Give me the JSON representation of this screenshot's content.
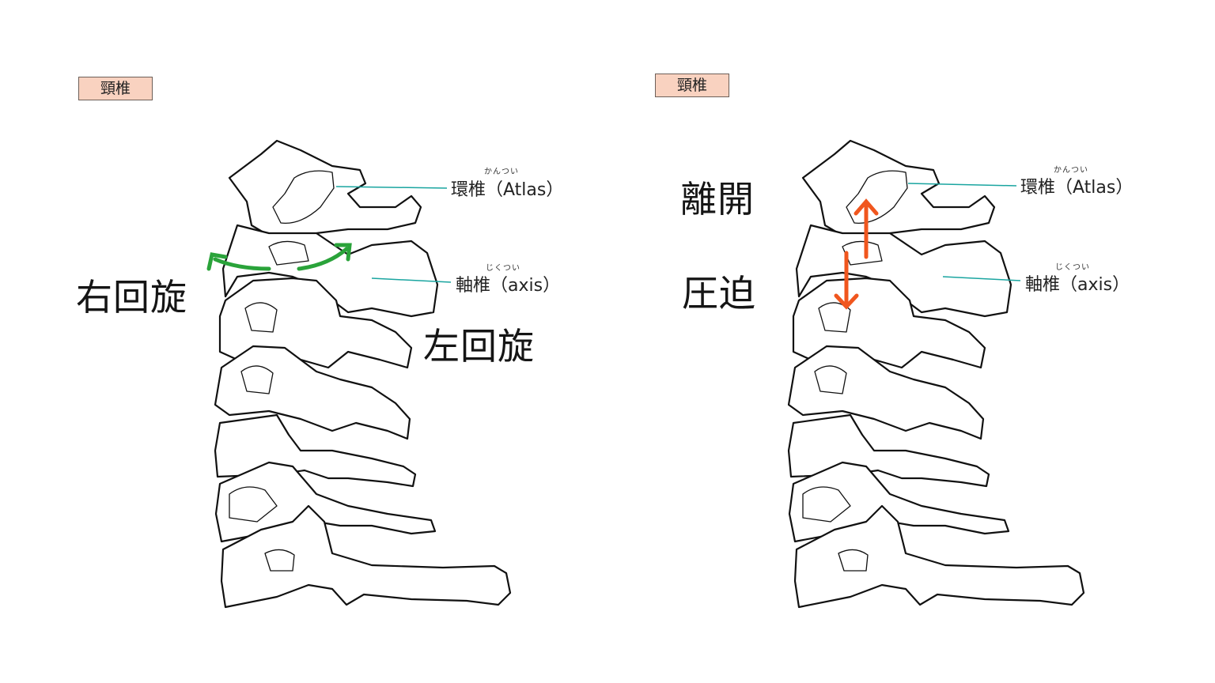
{
  "left_panel": {
    "tag": "頸椎",
    "motion_right": "右回旋",
    "motion_left": "左回旋",
    "atlas": {
      "ruby": "かんつい",
      "label": "環椎（Atlas）"
    },
    "axis": {
      "ruby": "じくつい",
      "label": "軸椎（axis）"
    },
    "arrow_color": "#2aa33a"
  },
  "right_panel": {
    "tag": "頸椎",
    "separation": "離開",
    "compression": "圧迫",
    "atlas": {
      "ruby": "かんつい",
      "label": "環椎（Atlas）"
    },
    "axis": {
      "ruby": "じくつい",
      "label": "軸椎（axis）"
    },
    "arrow_color": "#f0561e"
  },
  "leader_color": "#1aa5a0"
}
